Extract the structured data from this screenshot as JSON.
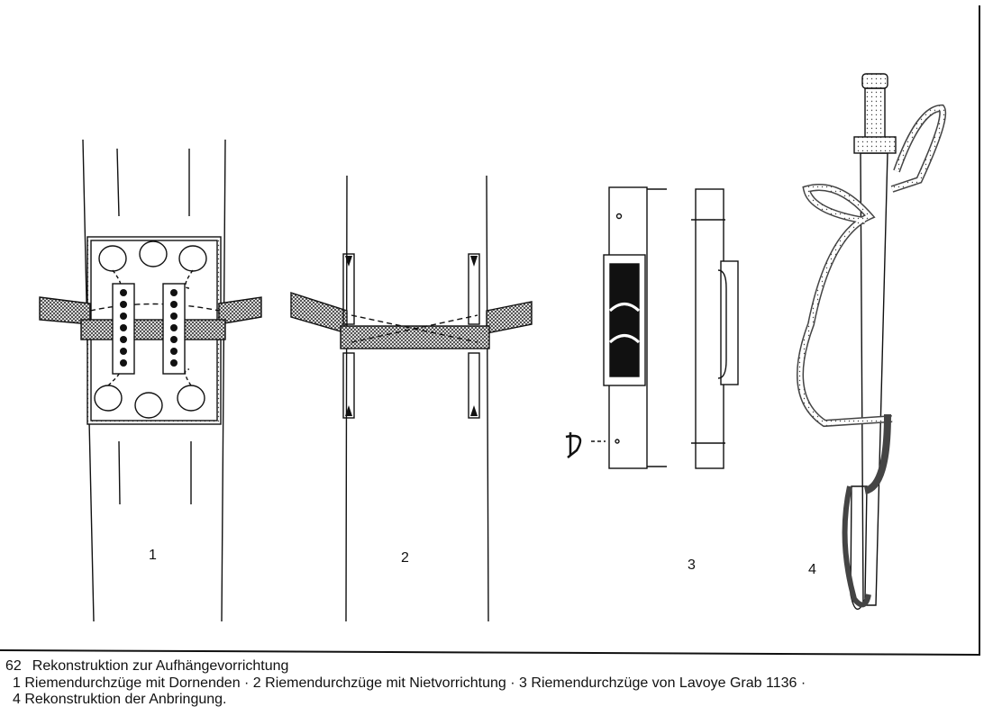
{
  "figure": {
    "number": "62",
    "title": "Rekonstruktion zur Aufhängevorrichtung",
    "caption_line1": "1 Riemendurchzüge mit Dornenden · 2 Riemendurchzüge mit Nietvorrichtung · 3 Riemendurchzüge von Lavoye Grab 1136 ·",
    "caption_line2": "4 Rekonstruktion der Anbringung.",
    "panel_labels": [
      "1",
      "2",
      "3",
      "4"
    ]
  }
}
